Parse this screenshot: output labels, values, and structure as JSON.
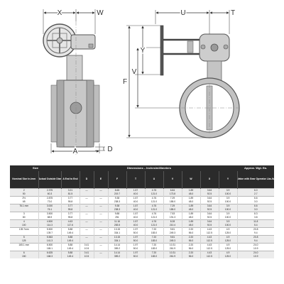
{
  "dimension_labels": {
    "X": "X",
    "W": "W",
    "U": "U",
    "T": "T",
    "Y": "Y",
    "V": "V",
    "F": "F",
    "A": "A",
    "D": "D"
  },
  "table": {
    "title_size": "Size",
    "title_dims": "Dimensions – Inches/millimeters",
    "title_weight": "Approx. Wgt. Ea.",
    "columns": [
      "Nominal Size In./mm",
      "Actual Outside Diameter In./mm",
      "A End to End",
      "D",
      "E",
      "F",
      "T",
      "U",
      "V",
      "W",
      "X",
      "Y",
      "Valve with Gear Operator Lbs./kg"
    ],
    "rows": [
      {
        "nominal": "2",
        "od": "2.375",
        "a": "3.21",
        "d": "—",
        "e": "—",
        "f": "8.65",
        "t": "1.57",
        "u": "4.76",
        "v": "6.84",
        "w": "1.89",
        "x": "3.64",
        "y": "3.9",
        "wt": "6.0",
        "sep": true
      },
      {
        "nominal": "50",
        "od": "60.3",
        "a": "81.5",
        "d": "",
        "e": "",
        "f": "219.7",
        "t": "40.0",
        "u": "121.0",
        "v": "173.8",
        "w": "48.0",
        "x": "92.5",
        "y": "100.0",
        "wt": "2.7",
        "sep": false
      },
      {
        "nominal": "2½",
        "od": "2.875",
        "a": "3.77",
        "d": "—",
        "e": "—",
        "f": "9.38",
        "t": "1.57",
        "u": "4.76",
        "v": "7.29",
        "w": "1.89",
        "x": "3.64",
        "y": "3.9",
        "wt": "6.6",
        "sep": true
      },
      {
        "nominal": "65",
        "od": "73.0",
        "a": "95.8",
        "d": "",
        "e": "",
        "f": "238.3",
        "t": "40.0",
        "u": "121.0",
        "v": "185.0",
        "w": "48.0",
        "x": "92.5",
        "y": "100.0",
        "wt": "3.0",
        "sep": false
      },
      {
        "nominal": "76.1 mm",
        "od": "3.000",
        "a": "3.77",
        "d": "—",
        "e": "—",
        "f": "9.38",
        "t": "1.57",
        "u": "4.76",
        "v": "7.29",
        "w": "1.89",
        "x": "3.64",
        "y": "3.9",
        "wt": "6.6",
        "sep": true
      },
      {
        "nominal": "",
        "od": "76.1",
        "a": "95.8",
        "d": "",
        "e": "",
        "f": "238.3",
        "t": "40.0",
        "u": "121.0",
        "v": "185.0",
        "w": "48.0",
        "x": "92.5",
        "y": "100.0",
        "wt": "3.0",
        "sep": false
      },
      {
        "nominal": "3",
        "od": "3.500",
        "a": "3.77",
        "d": "—",
        "e": "—",
        "f": "9.88",
        "t": "1.57",
        "u": "4.76",
        "v": "7.53",
        "w": "1.89",
        "x": "3.64",
        "y": "3.9",
        "wt": "8.3",
        "sep": true
      },
      {
        "nominal": "80",
        "od": "88.9",
        "a": "95.8",
        "d": "",
        "e": "",
        "f": "251",
        "t": "40.0",
        "u": "121.0",
        "v": "191.3",
        "w": "48.0",
        "x": "92.5",
        "y": "100.0",
        "wt": "3.8",
        "sep": false
      },
      {
        "nominal": "4",
        "od": "4.500",
        "a": "4.63",
        "d": "—",
        "e": "—",
        "f": "11.16",
        "t": "1.57",
        "u": "4.76",
        "v": "8.28",
        "w": "1.89",
        "x": "3.64",
        "y": "3.9",
        "wt": "11.8",
        "sep": true
      },
      {
        "nominal": "100",
        "od": "114.3",
        "a": "117.6",
        "d": "",
        "e": "",
        "f": "283.5",
        "t": "40.0",
        "u": "121.0",
        "v": "210.4",
        "w": "48.0",
        "x": "92.5",
        "y": "100.0",
        "wt": "5.4",
        "sep": false
      },
      {
        "nominal": "139.7mm",
        "od": "5.500",
        "a": "5.88",
        "d": "—",
        "e": "—",
        "f": "13.15",
        "t": "1.97",
        "u": "7.20",
        "v": "9.81",
        "w": "2.20",
        "x": "4.43",
        "y": "4.9",
        "wt": "20.8",
        "sep": true
      },
      {
        "nominal": "",
        "od": "139.7",
        "a": "149.4",
        "d": "",
        "e": "",
        "f": "334.1",
        "t": "50.0",
        "u": "183.0",
        "v": "249.3",
        "w": "56.0",
        "x": "112.5",
        "y": "125.0",
        "wt": "9.4",
        "sep": false
      },
      {
        "nominal": "5",
        "od": "5.563",
        "a": "5.88",
        "d": "—",
        "e": "—",
        "f": "13.15",
        "t": "1.97",
        "u": "7.20",
        "v": "9.81",
        "w": "2.20",
        "x": "4.43",
        "y": "4.9",
        "wt": "20.8",
        "sep": true
      },
      {
        "nominal": "125",
        "od": "141.3",
        "a": "149.4",
        "d": "",
        "e": "",
        "f": "334.1",
        "t": "50.0",
        "u": "183.0",
        "v": "249.3",
        "w": "56.0",
        "x": "112.5",
        "y": "125.0",
        "wt": "9.4",
        "sep": false
      },
      {
        "nominal": "165.1 mm",
        "od": "6.500",
        "a": "5.88",
        "d": "0.41",
        "e": "—",
        "f": "14.14",
        "t": "1.97",
        "u": "7.20",
        "v": "10.31",
        "w": "2.20",
        "x": "4.43",
        "y": "4.9",
        "wt": "24.0",
        "sep": true
      },
      {
        "nominal": "",
        "od": "165.1",
        "a": "149.4",
        "d": "10.5",
        "e": "",
        "f": "359.2",
        "t": "50.0",
        "u": "183.0",
        "v": "261.9",
        "w": "56.0",
        "x": "112.5",
        "y": "125.0",
        "wt": "10.9",
        "sep": false
      },
      {
        "nominal": "6",
        "od": "6.625",
        "a": "5.88",
        "d": "0.41",
        "e": "—",
        "f": "14.14",
        "t": "1.97",
        "u": "7.20",
        "v": "10.31",
        "w": "2.20",
        "x": "4.43",
        "y": "4.9",
        "wt": "24.0",
        "sep": true
      },
      {
        "nominal": "150",
        "od": "168.3",
        "a": "149.4",
        "d": "10.5",
        "e": "",
        "f": "359.2",
        "t": "50.0",
        "u": "183.0",
        "v": "261.9",
        "w": "56.0",
        "x": "112.5",
        "y": "125.0",
        "wt": "10.9",
        "sep": false
      }
    ]
  }
}
